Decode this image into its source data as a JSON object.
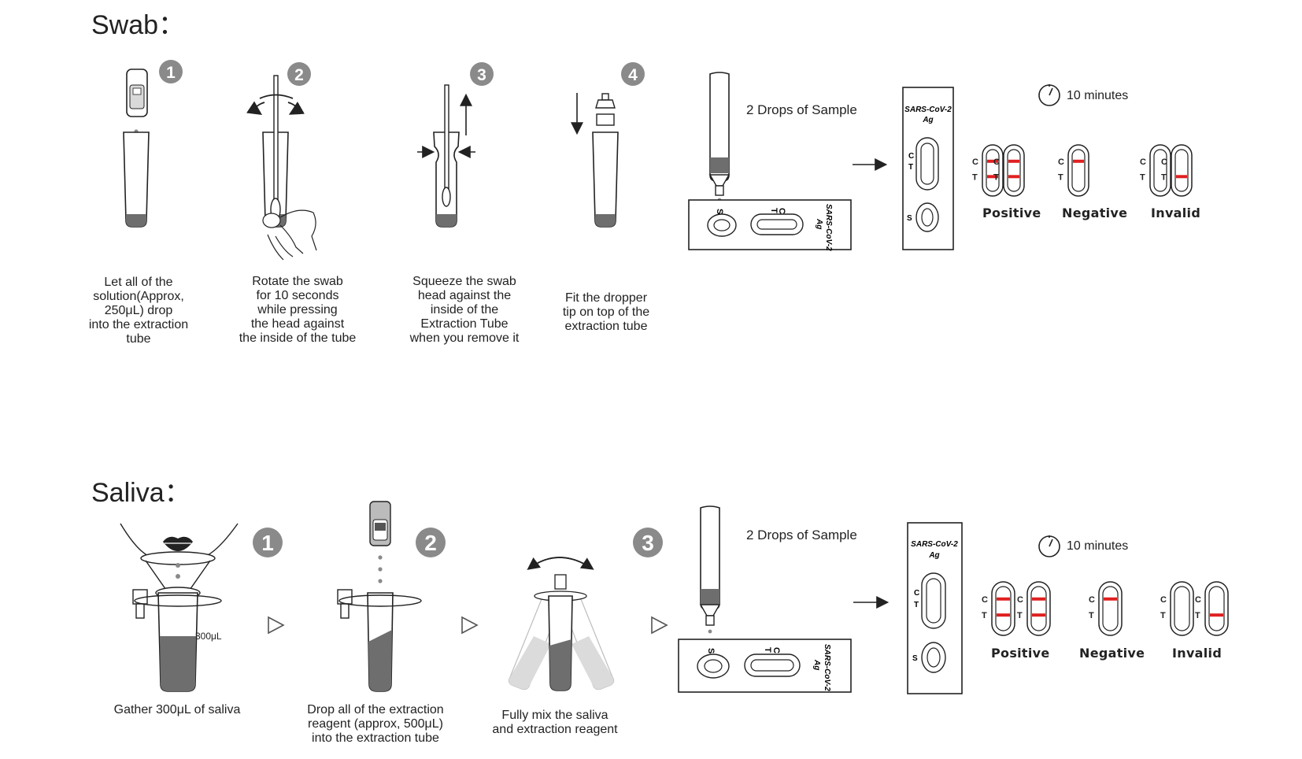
{
  "swab": {
    "title": "Swab：",
    "steps": [
      {
        "num": "1",
        "caption": "Let all of the\nsolution(Approx,\n250μL) drop\ninto the extraction\ntube"
      },
      {
        "num": "2",
        "caption": "Rotate the swab\nfor 10 seconds\nwhile pressing\nthe head against\nthe inside of the tube"
      },
      {
        "num": "3",
        "caption": "Squeeze the swab\nhead against the\ninside of the\nExtraction Tube\nwhen you remove it"
      },
      {
        "num": "4",
        "caption": "Fit the dropper\ntip on top of the\nextraction tube"
      }
    ],
    "drops_label": "2 Drops of Sample",
    "timer_label": "10 minutes",
    "cassette_label": "SARS-CoV-2",
    "cassette_sublabel": "Ag",
    "line_c": "C",
    "line_t": "T",
    "line_s": "S",
    "results": [
      "Positive",
      "Negative",
      "Invalid"
    ]
  },
  "saliva": {
    "title": "Saliva：",
    "steps": [
      {
        "num": "1",
        "caption": "Gather 300μL of saliva"
      },
      {
        "num": "2",
        "caption": "Drop all of the extraction\nreagent (approx, 500μL)\ninto the extraction tube"
      },
      {
        "num": "3",
        "caption": "Fully mix the saliva\nand extraction reagent"
      }
    ],
    "volume_label": "300μL",
    "drops_label": "2 Drops of Sample",
    "timer_label": "10 minutes",
    "cassette_label": "SARS-CoV-2",
    "cassette_sublabel": "Ag",
    "line_c": "C",
    "line_t": "T",
    "line_s": "S",
    "results": [
      "Positive",
      "Negative",
      "Invalid"
    ]
  },
  "colors": {
    "ink": "#222222",
    "badge": "#8a8a8a",
    "liquid": "#6e6e6e",
    "result_line": "#e02020"
  }
}
